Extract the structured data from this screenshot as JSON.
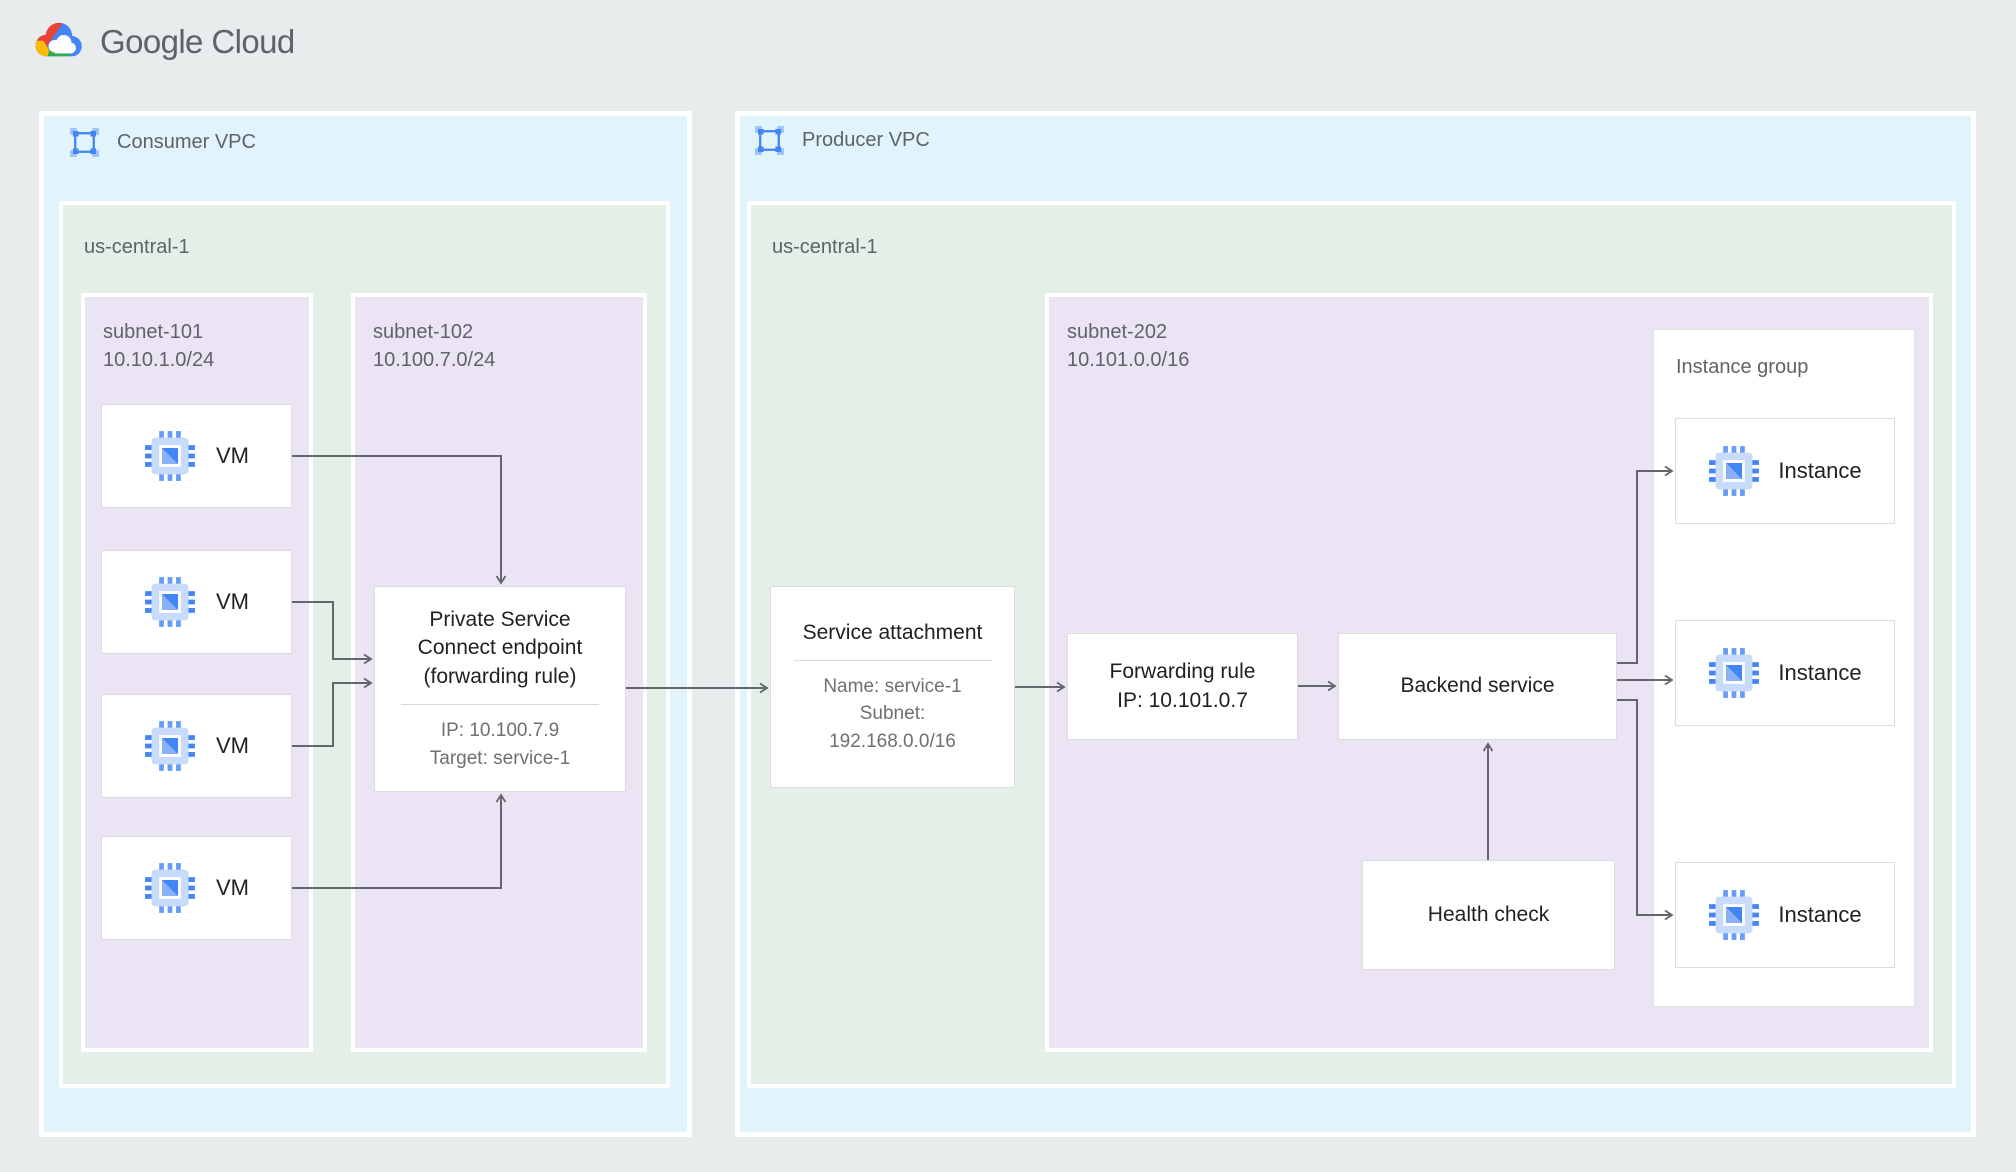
{
  "header": {
    "logo_text": "Google Cloud"
  },
  "consumer_vpc": {
    "label": "Consumer VPC",
    "region": {
      "label": "us-central-1",
      "subnets": [
        {
          "name": "subnet-101",
          "cidr": "10.10.1.0/24",
          "vms": [
            "VM",
            "VM",
            "VM",
            "VM"
          ]
        },
        {
          "name": "subnet-102",
          "cidr": "10.100.7.0/24",
          "psc_endpoint": {
            "title": "Private Service Connect endpoint (forwarding rule)",
            "details": [
              "IP: 10.100.7.9",
              "Target: service-1"
            ]
          }
        }
      ]
    }
  },
  "producer_vpc": {
    "label": "Producer VPC",
    "region": {
      "label": "us-central-1",
      "service_attachment": {
        "title": "Service attachment",
        "details": [
          "Name: service-1",
          "Subnet: 192.168.0.0/16"
        ]
      },
      "subnet": {
        "name": "subnet-202",
        "cidr": "10.101.0.0/16",
        "forwarding_rule": {
          "title": "Forwarding rule",
          "subtitle": "IP: 10.101.0.7"
        },
        "backend_service": {
          "label": "Backend service"
        },
        "health_check": {
          "label": "Health check"
        },
        "instance_group": {
          "label": "Instance group",
          "instances": [
            "Instance",
            "Instance",
            "Instance"
          ]
        }
      }
    }
  },
  "icons": {
    "logo": "google-cloud-logo",
    "vpc": "vpc-network-icon",
    "vm": "compute-engine-icon"
  },
  "colors": {
    "page_bg": "#e8eced",
    "vpc_bg": "#e1f3fb",
    "region_bg": "#e3efe7",
    "subnet_bg": "#ebe4f4",
    "node_bg": "#ffffff",
    "arrow": "#63666a",
    "label_text": "#5f6368",
    "node_text": "#202124",
    "google_blue": "#4285f4",
    "google_red": "#ea4335",
    "google_yellow": "#fbbc05",
    "google_green": "#34a853"
  }
}
